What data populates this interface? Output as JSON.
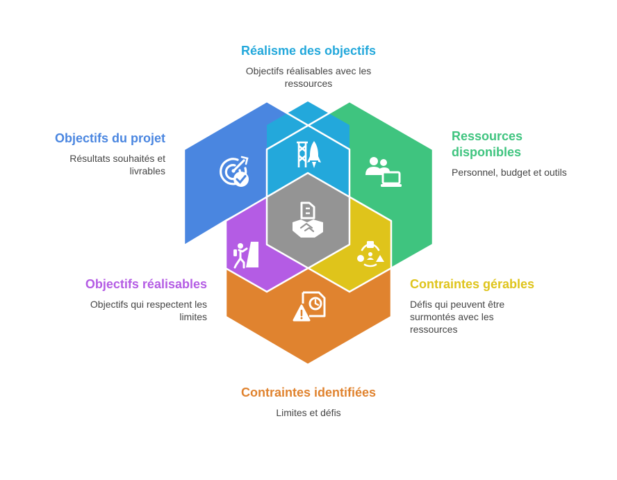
{
  "colors": {
    "blue": "#4a86e0",
    "green": "#3fc47f",
    "orange": "#e0832f",
    "purple": "#b45ce4",
    "cyan": "#23a8db",
    "yellow": "#dfc41b",
    "gray": "#949494"
  },
  "labels": {
    "top": {
      "title": "Réalisme des objectifs",
      "desc_lines": [
        "Objectifs réalisables avec les",
        "ressources"
      ]
    },
    "upper_left": {
      "title": "Objectifs du projet",
      "desc_lines": [
        "Résultats souhaités et",
        "livrables"
      ]
    },
    "upper_right": {
      "title_lines": [
        "Ressources",
        "disponibles"
      ],
      "desc_lines": [
        "Personnel, budget et outils"
      ]
    },
    "lower_left": {
      "title": "Objectifs réalisables",
      "desc_lines": [
        "Objectifs qui respectent les",
        "limites"
      ]
    },
    "lower_right": {
      "title": "Contraintes gérables",
      "desc_lines": [
        "Défis qui peuvent être",
        "surmontés avec les",
        "ressources"
      ]
    },
    "bottom": {
      "title": "Contraintes identifiées",
      "desc_lines": [
        "Limites et défis"
      ]
    }
  },
  "icons": {
    "blue": "target-check-icon",
    "green": "team-laptop-icon",
    "orange": "document-warning-icon",
    "cyan": "tower-rocket-icon",
    "yellow": "cycle-people-icon",
    "purple": "climber-icon",
    "center": "building-handshake-icon"
  }
}
